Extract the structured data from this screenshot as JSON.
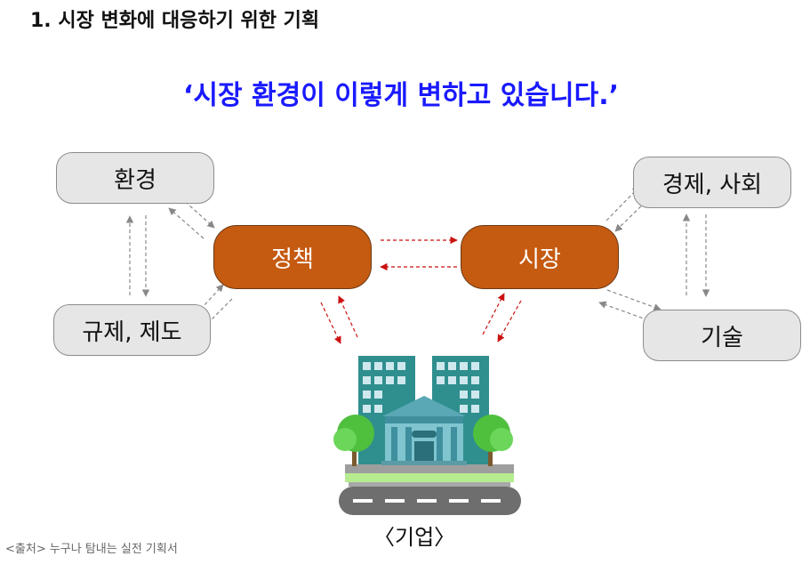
{
  "section_title": "1. 시장 변화에 대응하기 위한 기획",
  "headline": "‘시장 환경이 이렇게 변하고 있습니다.’",
  "nodes": {
    "environment": "환경",
    "regulation": "규제, 제도",
    "policy": "정책",
    "market": "시장",
    "economy_society": "경제, 사회",
    "technology": "기술"
  },
  "company_label": "〈기업〉",
  "source": "<출처> 누구나 탐내는 실전 기획서",
  "colors": {
    "accent_orange": "#c55a11",
    "headline_blue": "#1a1aff",
    "box_gray": "#e6e6e6",
    "arrow_gray": "#888888",
    "arrow_red": "#cc1111"
  },
  "illustration": "company-building-icon"
}
